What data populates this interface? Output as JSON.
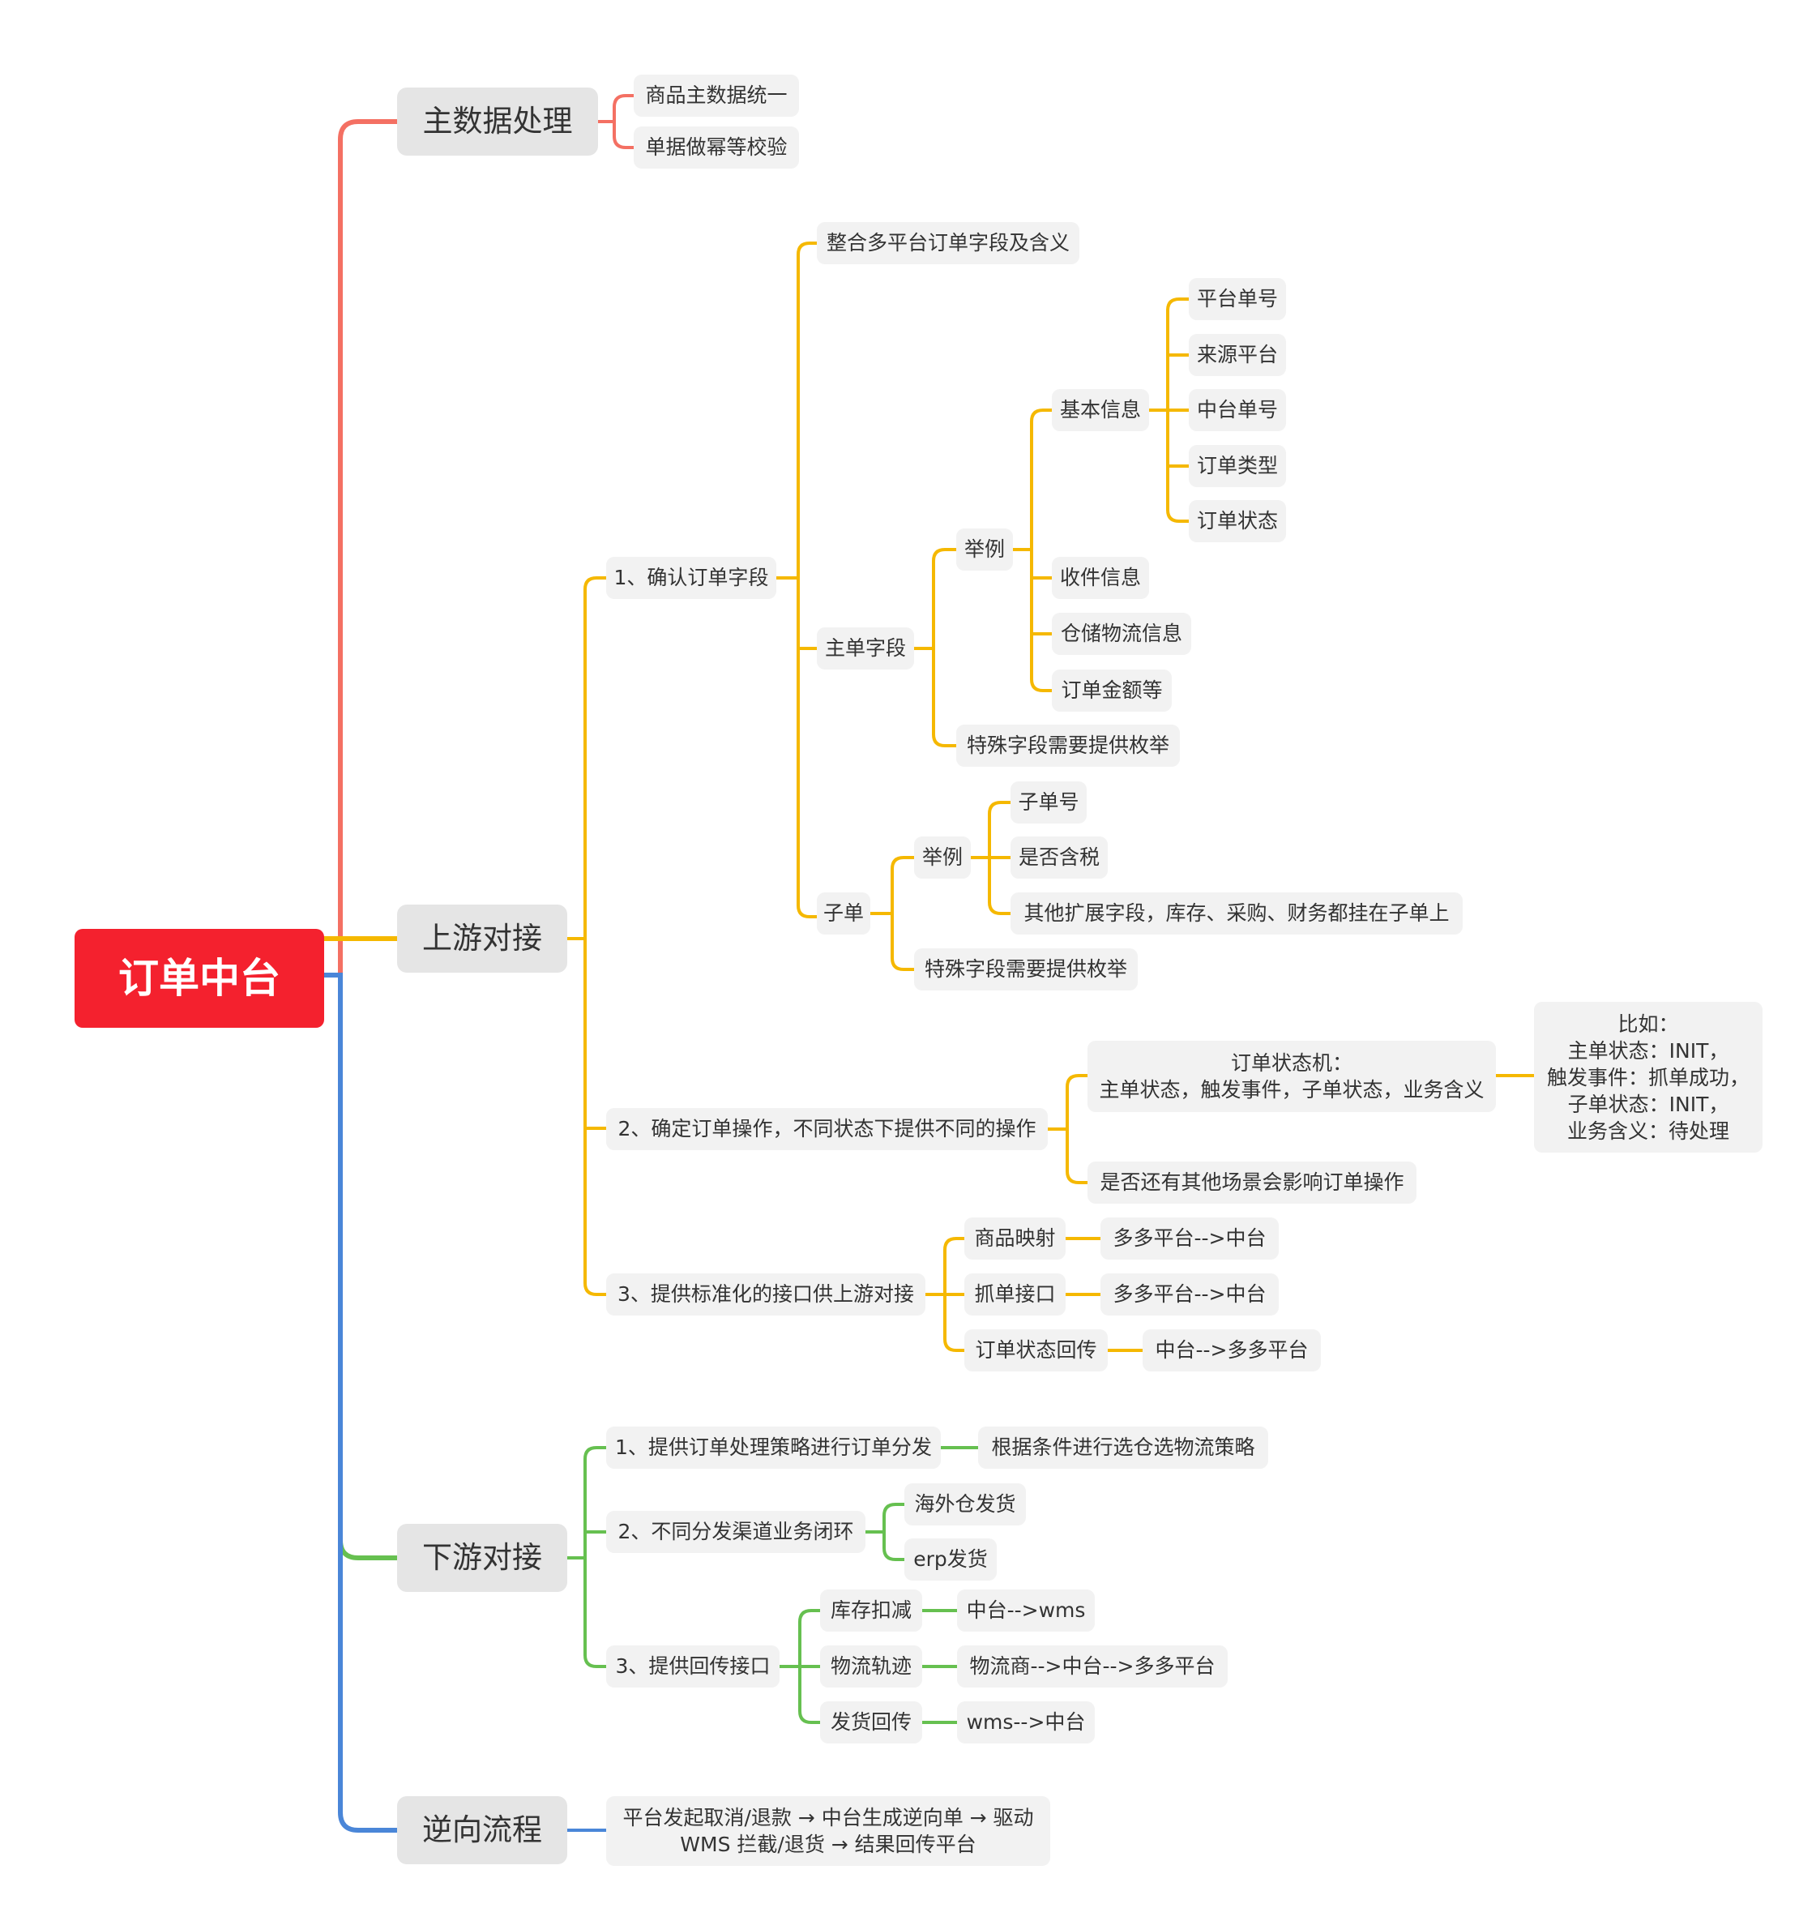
{
  "colors": {
    "root": "#f4212e",
    "master": "#f47063",
    "upstream": "#f5b800",
    "downstream": "#66c050",
    "reverse": "#4a86d8"
  },
  "root": {
    "label": "订单中台"
  },
  "master": {
    "label": "主数据处理",
    "children": [
      "商品主数据统一",
      "单据做幂等校验"
    ]
  },
  "upstream": {
    "label": "上游对接",
    "confirm_fields": {
      "label": "1、确认订单字段",
      "integrate": "整合多平台订单字段及含义",
      "main_fields": {
        "label": "主单字段",
        "example": {
          "label": "举例",
          "basic_info": {
            "label": "基本信息",
            "items": [
              "平台单号",
              "来源平台",
              "中台单号",
              "订单类型",
              "订单状态"
            ]
          },
          "items": [
            "收件信息",
            "仓储物流信息",
            "订单金额等"
          ]
        },
        "special": "特殊字段需要提供枚举"
      },
      "sub_order": {
        "label": "子单",
        "example": {
          "label": "举例",
          "items": [
            "子单号",
            "是否含税",
            "其他扩展字段，库存、采购、财务都挂在子单上"
          ]
        },
        "special": "特殊字段需要提供枚举"
      }
    },
    "operations": {
      "label": "2、确定订单操作，不同状态下提供不同的操作",
      "state_machine": "订单状态机：\n主单状态，触发事件，子单状态，业务含义",
      "example": "比如：\n主单状态：INIT，\n触发事件：抓单成功，\n子单状态：INIT，\n业务含义：待处理",
      "other": "是否还有其他场景会影响订单操作"
    },
    "interfaces": {
      "label": "3、提供标准化的接口供上游对接",
      "items": [
        {
          "label": "商品映射",
          "value": "多多平台-->中台"
        },
        {
          "label": "抓单接口",
          "value": "多多平台-->中台"
        },
        {
          "label": "订单状态回传",
          "value": "中台-->多多平台"
        }
      ]
    }
  },
  "downstream": {
    "label": "下游对接",
    "strategy": {
      "label": "1、提供订单处理策略进行订单分发",
      "value": "根据条件进行选仓选物流策略"
    },
    "channels": {
      "label": "2、不同分发渠道业务闭环",
      "items": [
        "海外仓发货",
        "erp发货"
      ]
    },
    "callbacks": {
      "label": "3、提供回传接口",
      "items": [
        {
          "label": "库存扣减",
          "value": "中台-->wms"
        },
        {
          "label": "物流轨迹",
          "value": "物流商-->中台-->多多平台"
        },
        {
          "label": "发货回传",
          "value": "wms-->中台"
        }
      ]
    }
  },
  "reverse": {
    "label": "逆向流程",
    "detail": "平台发起取消/退款 → 中台生成逆向单 → 驱动\nWMS 拦截/退货 → 结果回传平台"
  }
}
